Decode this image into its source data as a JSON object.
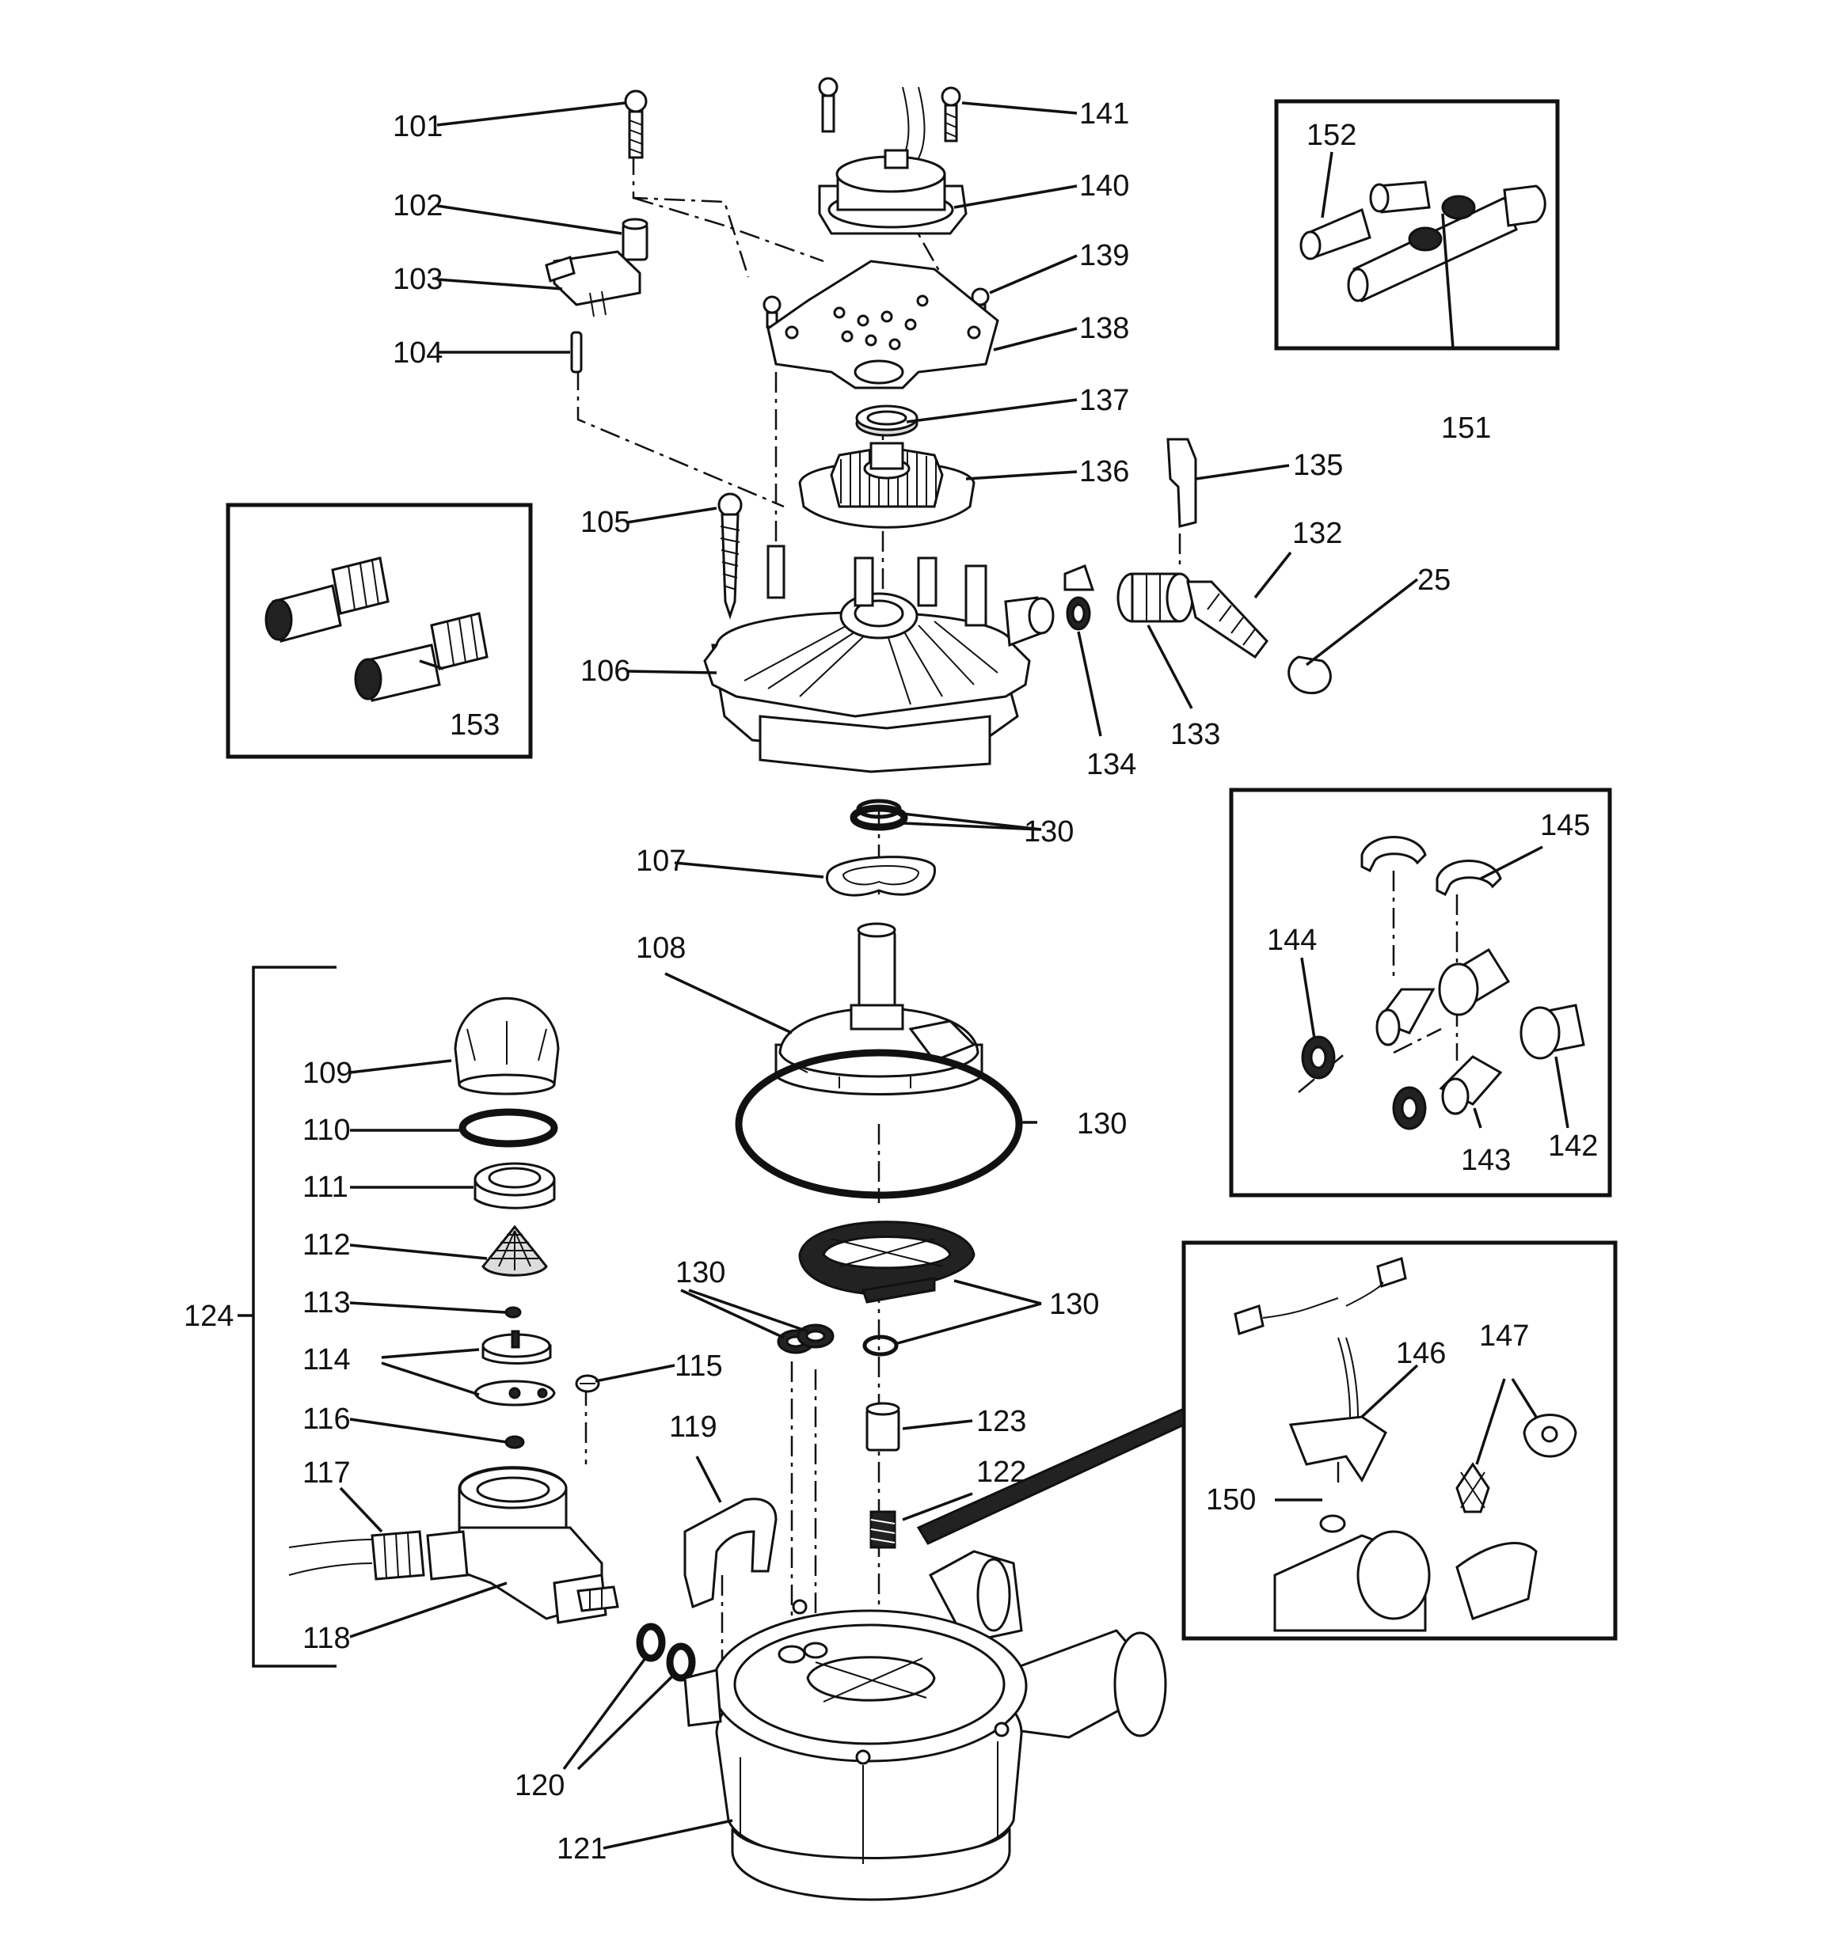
{
  "callouts": {
    "c101": "101",
    "c102": "102",
    "c103": "103",
    "c104": "104",
    "c105": "105",
    "c106": "106",
    "c107": "107",
    "c108": "108",
    "c109": "109",
    "c110": "110",
    "c111": "111",
    "c112": "112",
    "c113": "113",
    "c114": "114",
    "c115": "115",
    "c116": "116",
    "c117": "117",
    "c118": "118",
    "c119": "119",
    "c120": "120",
    "c121": "121",
    "c122": "122",
    "c123": "123",
    "c124": "124",
    "c130": "130",
    "c132": "132",
    "c133": "133",
    "c134": "134",
    "c135": "135",
    "c136": "136",
    "c137": "137",
    "c138": "138",
    "c139": "139",
    "c140": "140",
    "c141": "141",
    "c142": "142",
    "c143": "143",
    "c144": "144",
    "c145": "145",
    "c146": "146",
    "c147": "147",
    "c150": "150",
    "c151": "151",
    "c152": "152",
    "c153": "153",
    "c25": "25"
  }
}
